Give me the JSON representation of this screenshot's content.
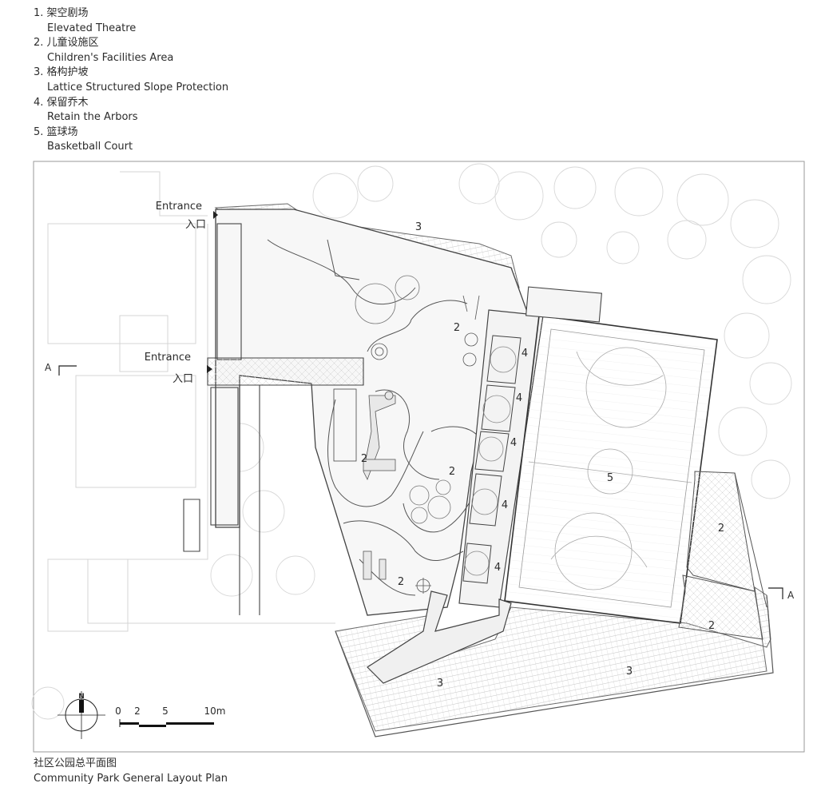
{
  "legend": [
    {
      "zh": "1. 架空剧场",
      "en": "Elevated Theatre"
    },
    {
      "zh": "2. 儿童设施区",
      "en": "Children's Facilities Area"
    },
    {
      "zh": "3. 格构护坡",
      "en": "Lattice Structured Slope Protection"
    },
    {
      "zh": "4. 保留乔木",
      "en": "Retain the Arbors"
    },
    {
      "zh": "5. 篮球场",
      "en": "Basketball Court"
    }
  ],
  "entrances": [
    {
      "en": "Entrance",
      "zh": "入口"
    },
    {
      "en": "Entrance",
      "zh": "入口"
    }
  ],
  "section_marks": [
    "A",
    "A"
  ],
  "zone_labels": [
    "3",
    "2",
    "4",
    "4",
    "4",
    "2",
    "2",
    "5",
    "4",
    "2",
    "4",
    "2",
    "2",
    "3",
    "3"
  ],
  "north": "N",
  "scale": {
    "ticks": [
      "0",
      "2",
      "5",
      "10m"
    ]
  },
  "caption": {
    "zh": "社区公园总平面图",
    "en": "Community Park General Layout Plan"
  },
  "colors": {
    "line": "#555555",
    "light": "#c8c8c8",
    "text": "#2b2b2b"
  }
}
